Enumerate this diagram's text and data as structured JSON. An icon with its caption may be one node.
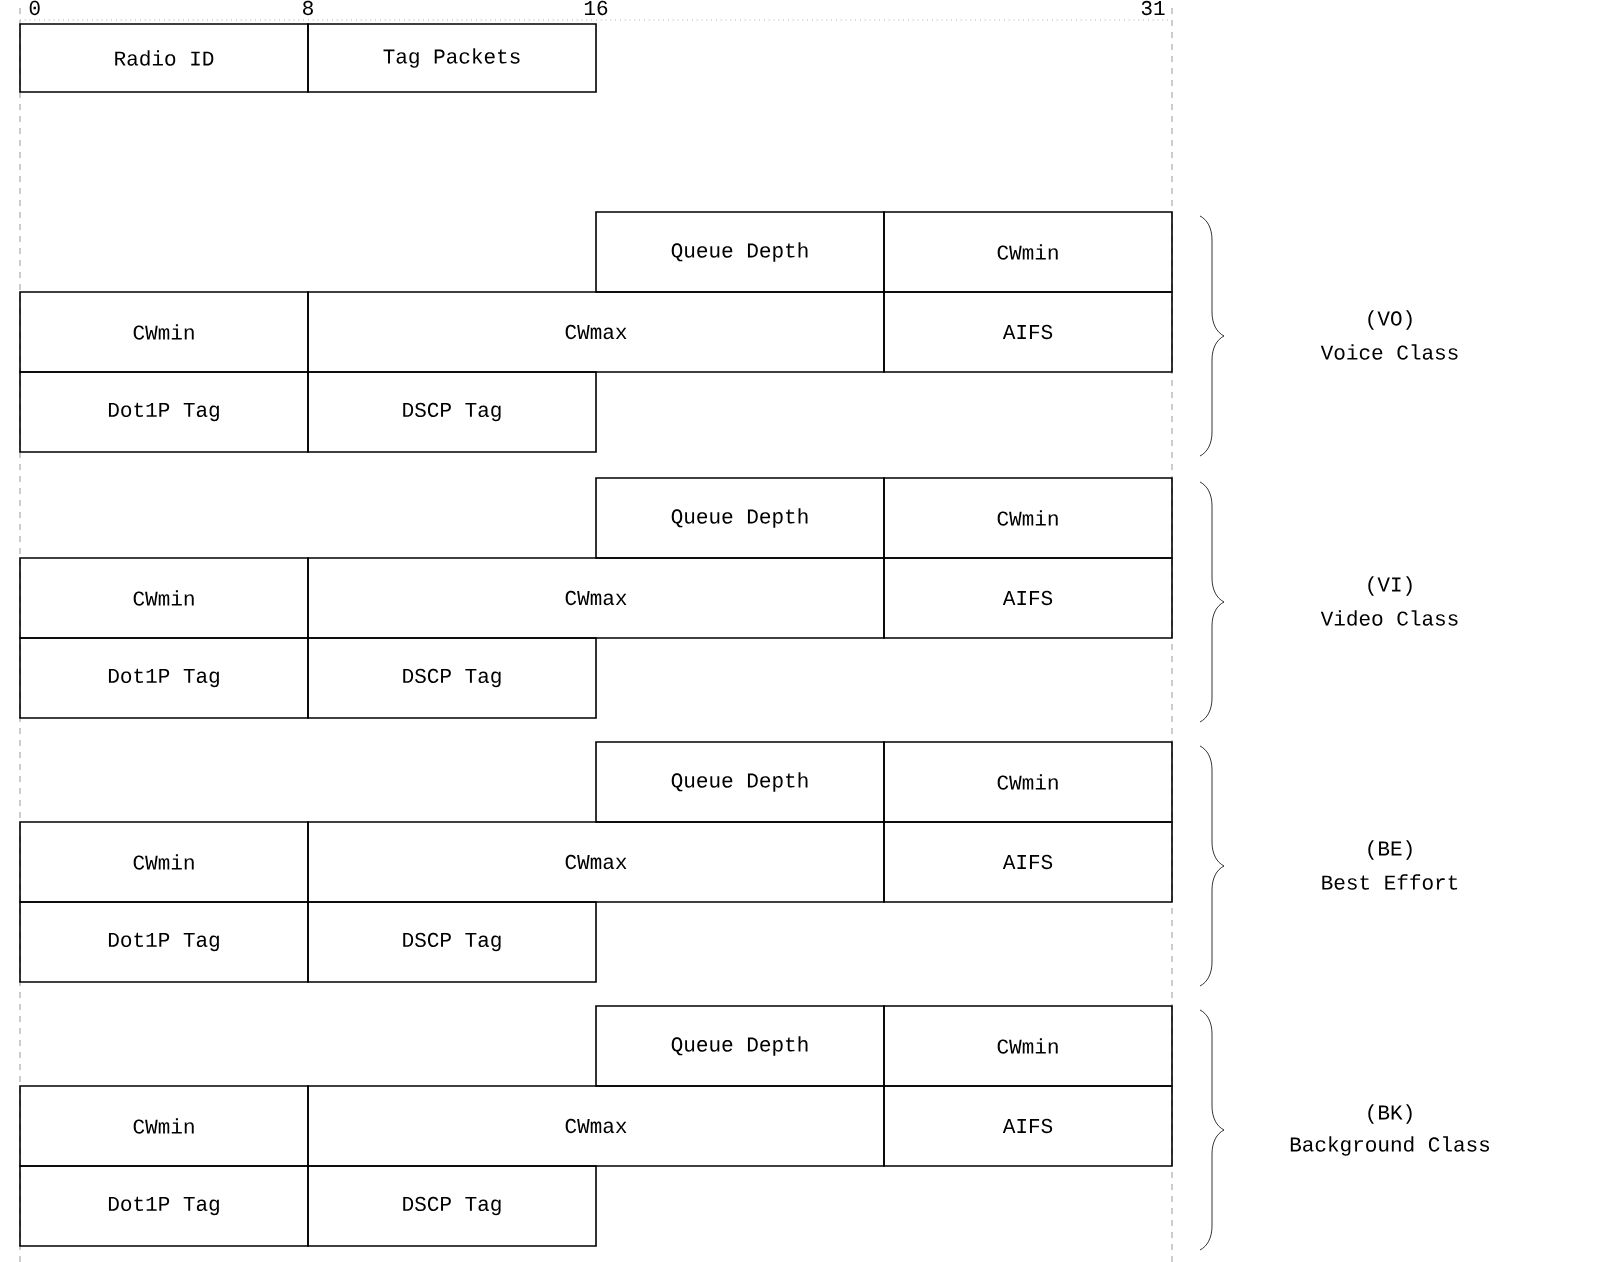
{
  "diagram": {
    "nodes": [
      {
        "text": [
          "Radio ID"
        ]
      },
      {
        "text": [
          "Tag Packets"
        ]
      },
      {
        "text": [
          "Queue Depth"
        ]
      },
      {
        "text": [
          "CWmin"
        ]
      },
      {
        "text": [
          "CWmin"
        ]
      },
      {
        "text": [
          "CWmax"
        ]
      },
      {
        "text": [
          "AIFS"
        ]
      },
      {
        "text": [
          "Dot1P Tag"
        ]
      },
      {
        "text": [
          "DSCP Tag"
        ]
      },
      {
        "text": [
          "Queue Depth"
        ]
      },
      {
        "text": [
          "CWmin"
        ]
      },
      {
        "text": [
          "CWmin"
        ]
      },
      {
        "text": [
          "CWmax"
        ]
      },
      {
        "text": [
          "AIFS"
        ]
      },
      {
        "text": [
          "Dot1P Tag"
        ]
      },
      {
        "text": [
          "DSCP Tag"
        ]
      },
      {
        "text": [
          "Queue Depth"
        ]
      },
      {
        "text": [
          "CWmin"
        ]
      },
      {
        "text": [
          "CWmin"
        ]
      },
      {
        "text": [
          "CWmax"
        ]
      },
      {
        "text": [
          "AIFS"
        ]
      },
      {
        "text": [
          "Dot1P Tag"
        ]
      },
      {
        "text": [
          "DSCP Tag"
        ]
      },
      {
        "text": [
          "Queue Depth"
        ]
      },
      {
        "text": [
          "CWmin"
        ]
      },
      {
        "text": [
          "CWmin"
        ]
      },
      {
        "text": [
          "CWmax"
        ]
      },
      {
        "text": [
          "AIFS"
        ]
      },
      {
        "text": [
          "Dot1P Tag"
        ]
      },
      {
        "text": [
          "DSCP Tag"
        ]
      }
    ],
    "labels": [
      "0",
      "8",
      "16",
      "31",
      "(VO)",
      "Voice Class",
      "(VI)",
      "Video Class",
      "(BE)",
      "Best Effort",
      "(BK)",
      "Background Class"
    ]
  }
}
